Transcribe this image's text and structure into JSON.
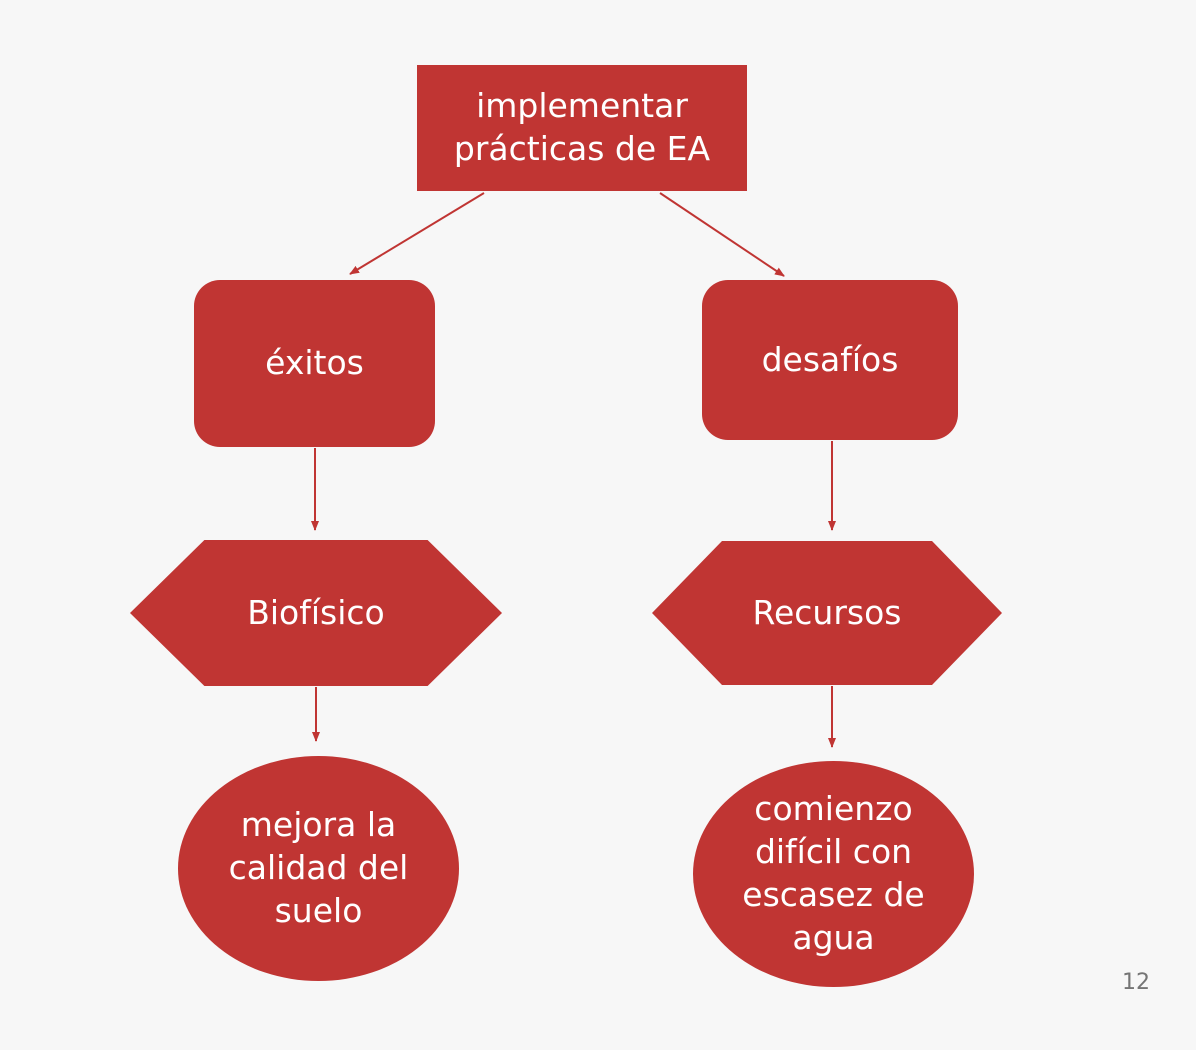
{
  "diagram": {
    "root": "implementar prácticas de EA",
    "left_branch": {
      "label": "éxitos",
      "category": "Biofísico",
      "outcome": "mejora la calidad del suelo"
    },
    "right_branch": {
      "label": "desafíos",
      "category": "Recursos",
      "outcome": "comienzo difícil con escasez de agua"
    },
    "colors": {
      "node_fill": "#c03533",
      "arrow": "#c03533",
      "background": "#f7f7f7",
      "text": "#ffffff"
    }
  },
  "page_number": "12"
}
